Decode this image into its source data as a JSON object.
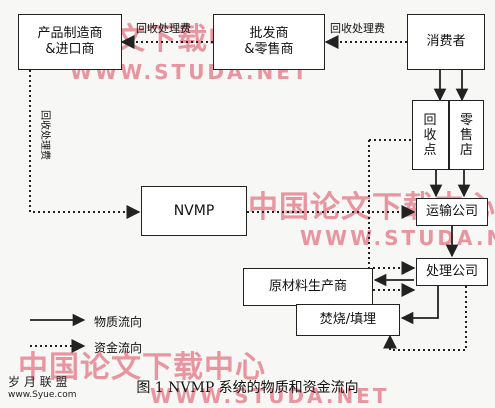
{
  "nodes": {
    "manufacturer": "产品制造商\n&进口商",
    "wholesaler": "批发商\n&零售商",
    "consumer": "消费者",
    "collection_point": "回\n收\n点",
    "retail_store": "零\n售\n店",
    "nvmp": "NVMP",
    "transport": "运输公司",
    "raw_material": "原材料生产商",
    "processing": "处理公司",
    "incineration": "焚烧/填埋"
  },
  "edge_labels": {
    "fee_wholesaler_to_manufacturer": "回收处理费",
    "fee_consumer_to_wholesaler": "回收处理费",
    "fee_manufacturer_to_nvmp": "回收处理费"
  },
  "legend": {
    "material_flow": "物质流向",
    "money_flow": "资金流向"
  },
  "caption": "图 1   NVMP 系统的物质和资金流向",
  "watermarks": {
    "cn": "中国论文下载中心",
    "en": "WWW.STUDA.NET",
    "logo_cn": "岁 月 联 盟",
    "logo_en": "www.Syue.com"
  },
  "colors": {
    "line": "#222222",
    "watermark": "#dc465a"
  }
}
